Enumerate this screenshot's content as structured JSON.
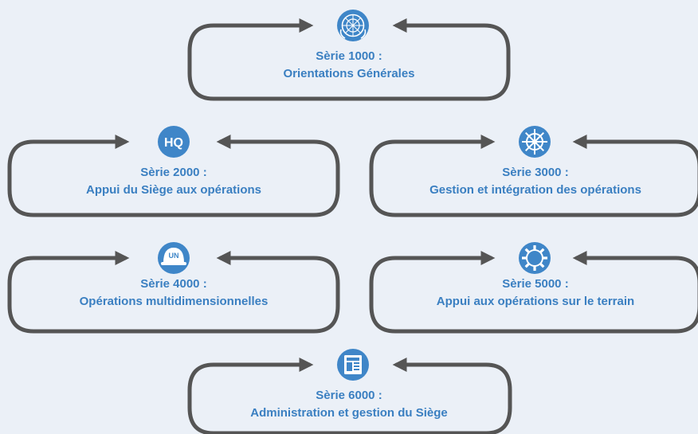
{
  "colors": {
    "background": "#ebf0f7",
    "frame": "#555555",
    "icon": "#3f86c8",
    "text": "#3a7fc1"
  },
  "boxes": [
    {
      "series": "Sèrie 1000 :",
      "subtitle": "Orientations Générales",
      "icon": "un-emblem-icon"
    },
    {
      "series": "Sèrie 2000 :",
      "subtitle": "Appui du Siège aux opérations",
      "icon": "hq-icon",
      "icon_text": "HQ"
    },
    {
      "series": "Sèrie 3000 :",
      "subtitle": "Gestion et intégration des opérations",
      "icon": "ship-wheel-icon"
    },
    {
      "series": "Sèrie 4000 :",
      "subtitle": "Opérations multidimensionnelles",
      "icon": "un-helmet-icon",
      "icon_text": "UN"
    },
    {
      "series": "Sèrie 5000 :",
      "subtitle": "Appui aux opérations sur le terrain",
      "icon": "gear-icon"
    },
    {
      "series": "Sèrie 6000 :",
      "subtitle": "Administration et gestion du Siège",
      "icon": "document-icon"
    }
  ]
}
